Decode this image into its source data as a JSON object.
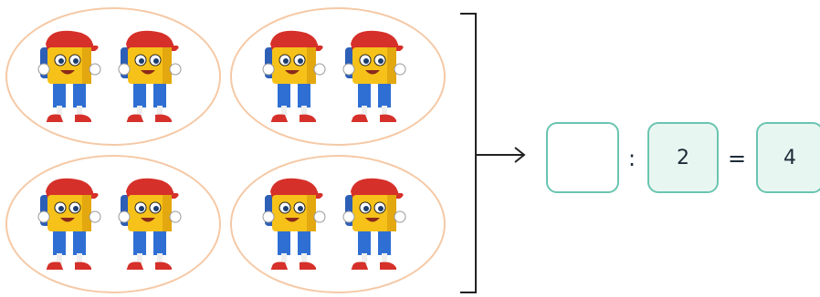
{
  "equation": {
    "operator_divide": ":",
    "divisor": "2",
    "operator_equals": "=",
    "quotient": "4",
    "answer": ""
  },
  "groups": [
    {
      "mascots": 2
    },
    {
      "mascots": 2
    },
    {
      "mascots": 2
    },
    {
      "mascots": 2
    }
  ],
  "colors": {
    "group_border": "#f5c9a6",
    "box_border": "#69c5b0",
    "box_fill": "#e8f6f2",
    "mascot_body": "#f6c21a",
    "mascot_cap": "#d6302a",
    "mascot_pants": "#2f6fd3"
  },
  "icons": [
    "mascot-icon",
    "arrow-right-icon"
  ]
}
